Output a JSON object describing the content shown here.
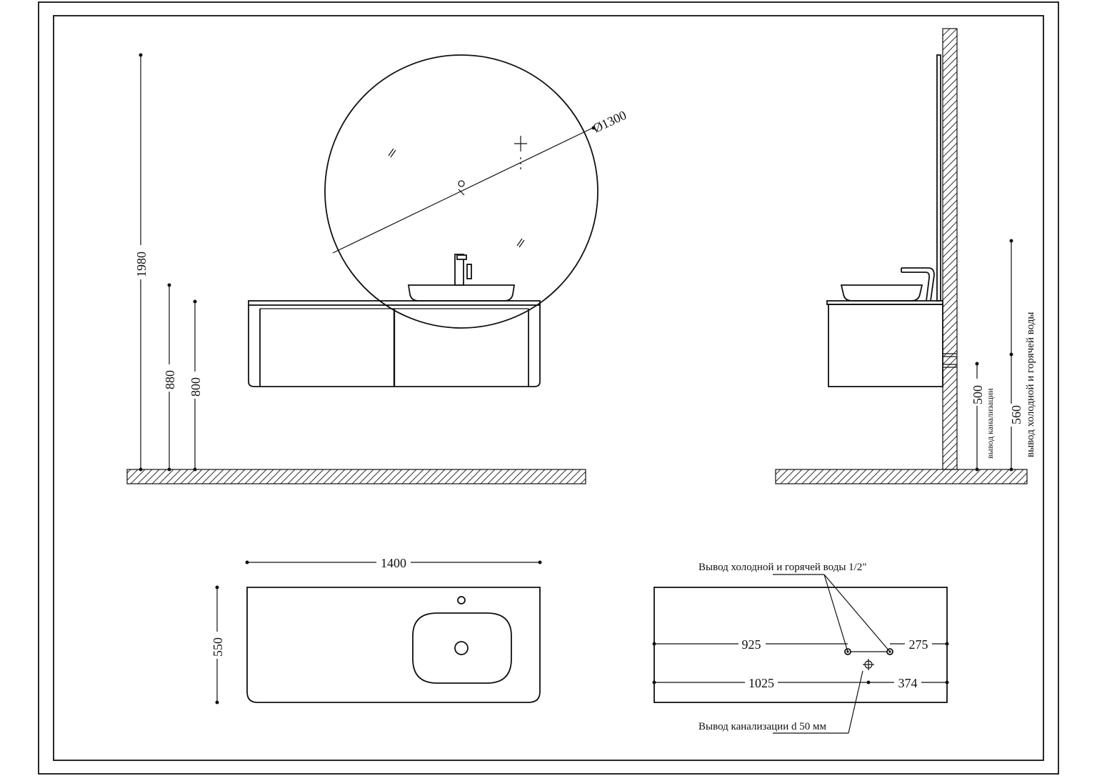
{
  "front_view": {
    "mirror_diameter": "Ø1300",
    "height_total": "1980",
    "height_880": "880",
    "height_800": "800"
  },
  "side_view": {
    "drain_height": "500",
    "drain_label": "вывод канализации",
    "water_height": "560",
    "water_label": "вывод холодной и горячей воды"
  },
  "top_view": {
    "width": "1400",
    "depth": "550"
  },
  "plan_view": {
    "water_outlet_note": "Вывод холодной и горячей воды 1/2\"",
    "drain_note": "Вывод канализации d 50 мм",
    "dim_925": "925",
    "dim_275": "275",
    "dim_1025": "1025",
    "dim_374": "374"
  }
}
